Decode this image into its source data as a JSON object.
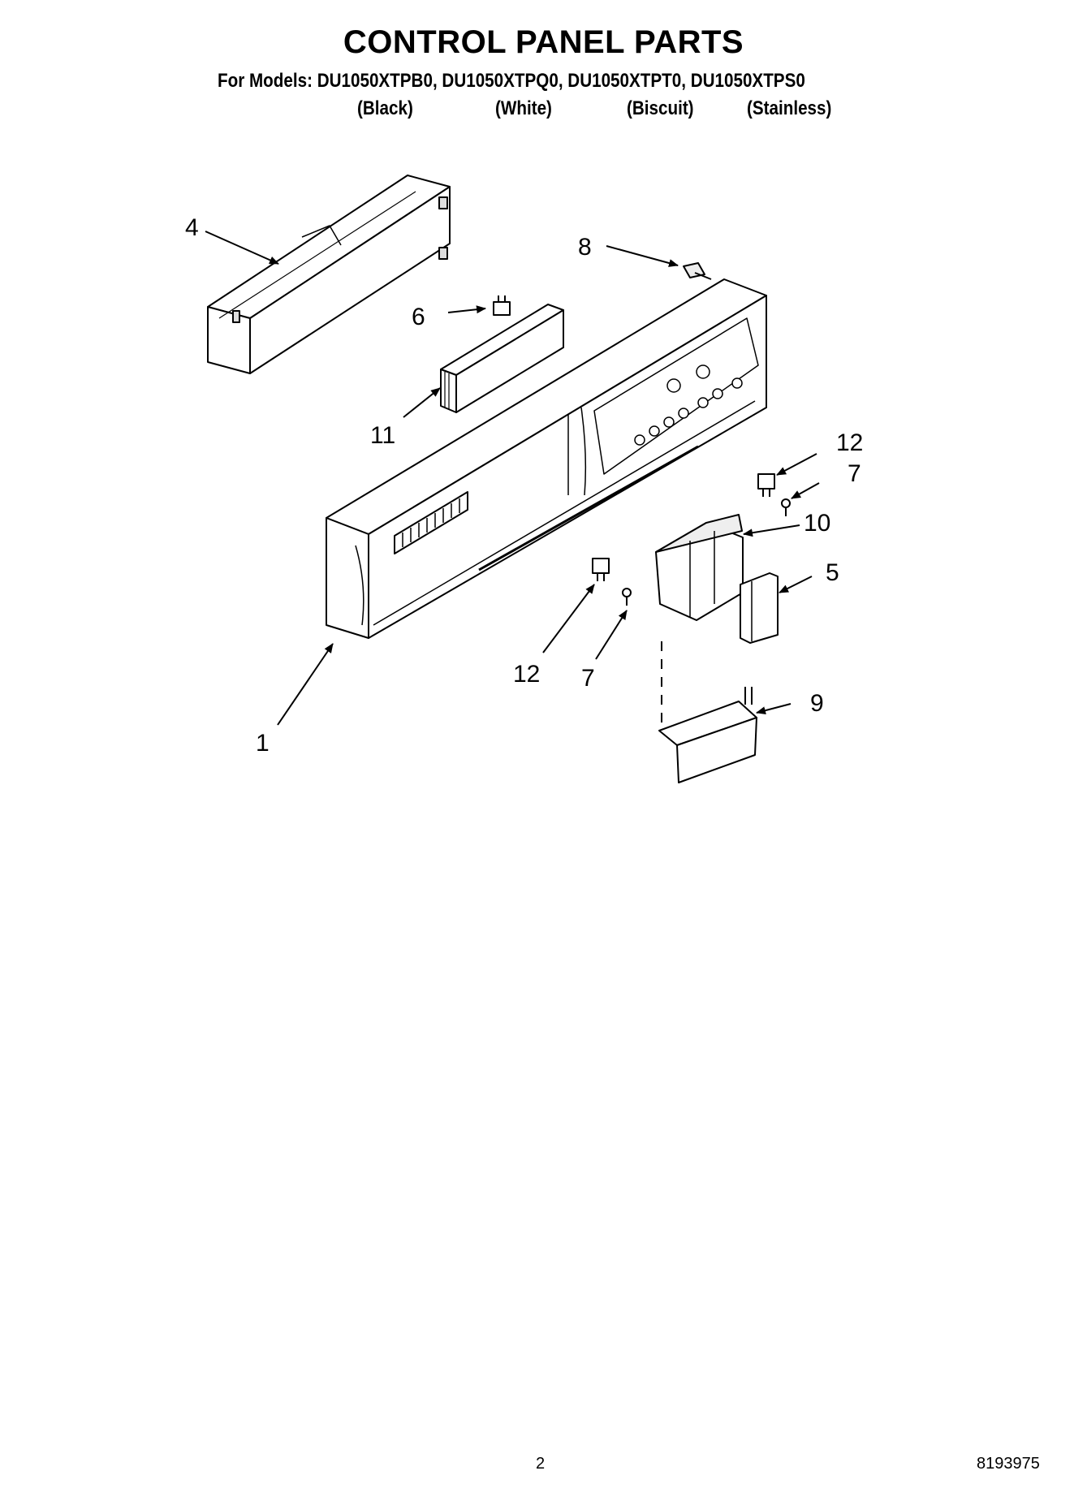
{
  "title": "CONTROL PANEL PARTS",
  "models_line": "For Models: DU1050XTPB0, DU1050XTPQ0, DU1050XTPT0, DU1050XTPS0",
  "colors": [
    "(Black)",
    "(White)",
    "(Biscuit)",
    "(Stainless)"
  ],
  "callouts": {
    "c1": "1",
    "c4": "4",
    "c5": "5",
    "c6": "6",
    "c7a": "7",
    "c7b": "7",
    "c8": "8",
    "c9": "9",
    "c10": "10",
    "c11": "11",
    "c12a": "12",
    "c12b": "12"
  },
  "footer": {
    "page_number": "2",
    "doc_number": "8193975"
  }
}
